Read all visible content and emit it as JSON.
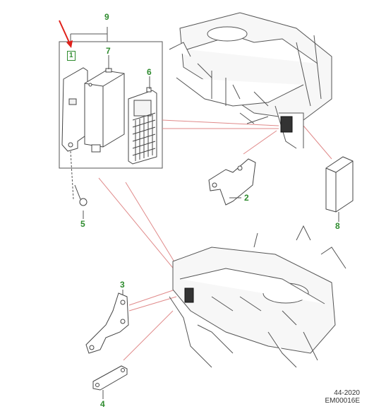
{
  "callouts": {
    "c1": "1",
    "c2": "2",
    "c3": "3",
    "c4": "4",
    "c5": "5",
    "c6": "6",
    "c7": "7",
    "c8": "8",
    "c9": "9"
  },
  "footer": {
    "date": "44-2020",
    "code": "EM00016E"
  },
  "colors": {
    "callout": "#2e8b2e",
    "leader": "#e08a8a",
    "arrow": "#e0201a",
    "line": "#555555"
  }
}
